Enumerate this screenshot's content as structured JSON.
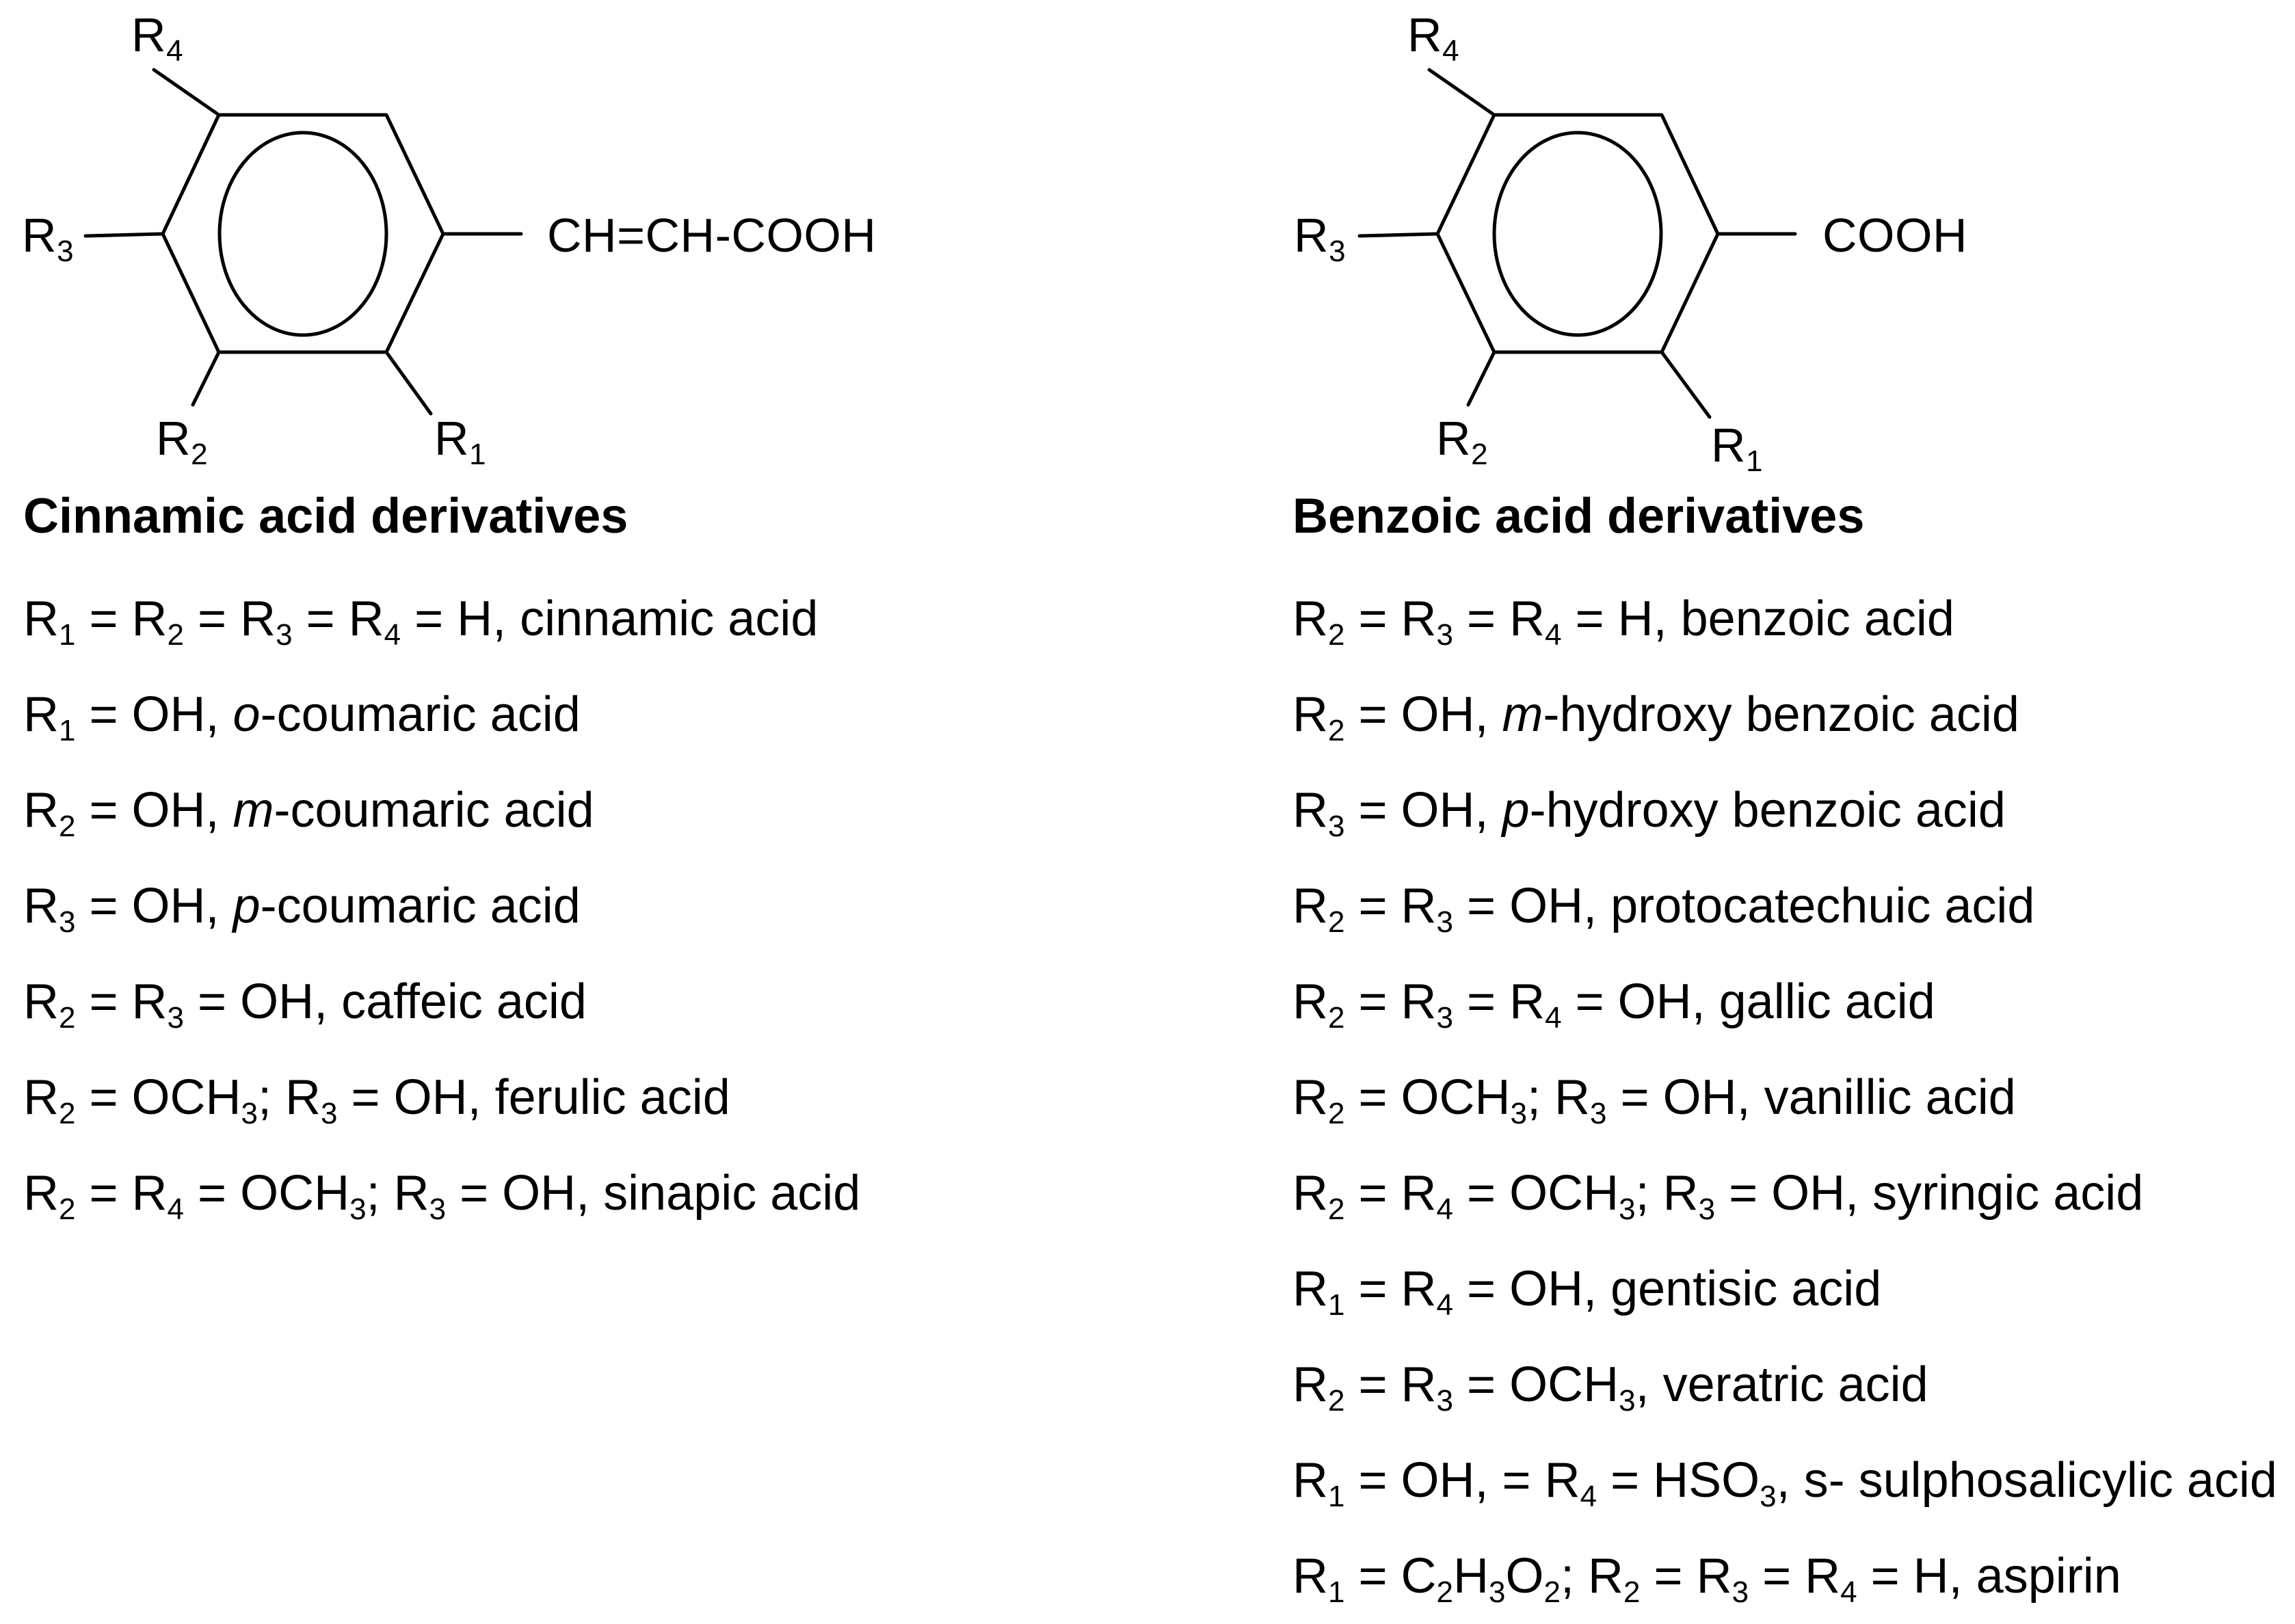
{
  "cinnamic": {
    "structure_labels": {
      "r4": {
        "letter": "R",
        "sub": "4"
      },
      "r3": {
        "letter": "R",
        "sub": "3"
      },
      "r2": {
        "letter": "R",
        "sub": "2"
      },
      "r1": {
        "letter": "R",
        "sub": "1"
      },
      "side_chain": "CH=CH-COOH"
    },
    "heading": "Cinnamic acid derivatives",
    "items": [
      [
        [
          "R",
          ""
        ],
        [
          "1",
          "sub"
        ],
        [
          " = R",
          ""
        ],
        [
          "2",
          "sub"
        ],
        [
          " = R",
          ""
        ],
        [
          "3",
          "sub"
        ],
        [
          " = R",
          ""
        ],
        [
          "4",
          "sub"
        ],
        [
          " = H, cinnamic acid",
          ""
        ]
      ],
      [
        [
          "R",
          ""
        ],
        [
          "1",
          "sub"
        ],
        [
          " = OH, ",
          ""
        ],
        [
          "o",
          "i"
        ],
        [
          "-coumaric acid",
          ""
        ]
      ],
      [
        [
          "R",
          ""
        ],
        [
          "2",
          "sub"
        ],
        [
          " = OH, ",
          ""
        ],
        [
          "m",
          "i"
        ],
        [
          "-coumaric acid",
          ""
        ]
      ],
      [
        [
          "R",
          ""
        ],
        [
          "3",
          "sub"
        ],
        [
          " = OH, ",
          ""
        ],
        [
          "p",
          "i"
        ],
        [
          "-coumaric acid",
          ""
        ]
      ],
      [
        [
          "R",
          ""
        ],
        [
          "2",
          "sub"
        ],
        [
          " = R",
          ""
        ],
        [
          "3",
          "sub"
        ],
        [
          " = OH, caffeic acid",
          ""
        ]
      ],
      [
        [
          "R",
          ""
        ],
        [
          "2",
          "sub"
        ],
        [
          " = OCH",
          ""
        ],
        [
          "3",
          "sub"
        ],
        [
          "; R",
          ""
        ],
        [
          "3",
          "sub"
        ],
        [
          " = OH, ferulic acid",
          ""
        ]
      ],
      [
        [
          "R",
          ""
        ],
        [
          "2",
          "sub"
        ],
        [
          " = R",
          ""
        ],
        [
          "4",
          "sub"
        ],
        [
          " = OCH",
          ""
        ],
        [
          "3",
          "sub"
        ],
        [
          "; R",
          ""
        ],
        [
          "3",
          "sub"
        ],
        [
          " = OH, sinapic acid",
          ""
        ]
      ]
    ]
  },
  "benzoic": {
    "structure_labels": {
      "r4": {
        "letter": "R",
        "sub": "4"
      },
      "r3": {
        "letter": "R",
        "sub": "3"
      },
      "r2": {
        "letter": "R",
        "sub": "2"
      },
      "r1": {
        "letter": "R",
        "sub": "1"
      },
      "side_chain": "COOH"
    },
    "heading": "Benzoic acid derivatives",
    "items": [
      [
        [
          "R",
          ""
        ],
        [
          "2",
          "sub"
        ],
        [
          " = R",
          ""
        ],
        [
          "3",
          "sub"
        ],
        [
          " = R",
          ""
        ],
        [
          "4",
          "sub"
        ],
        [
          " = H, benzoic acid",
          ""
        ]
      ],
      [
        [
          "R",
          ""
        ],
        [
          "2",
          "sub"
        ],
        [
          " = OH, ",
          ""
        ],
        [
          "m",
          "i"
        ],
        [
          "-hydroxy benzoic acid",
          ""
        ]
      ],
      [
        [
          "R",
          ""
        ],
        [
          "3",
          "sub"
        ],
        [
          " = OH, ",
          ""
        ],
        [
          "p",
          "i"
        ],
        [
          "-hydroxy benzoic acid",
          ""
        ]
      ],
      [
        [
          "R",
          ""
        ],
        [
          "2",
          "sub"
        ],
        [
          " = R",
          ""
        ],
        [
          "3",
          "sub"
        ],
        [
          " = OH, protocatechuic acid",
          ""
        ]
      ],
      [
        [
          "R",
          ""
        ],
        [
          "2",
          "sub"
        ],
        [
          " = R",
          ""
        ],
        [
          "3",
          "sub"
        ],
        [
          " = R",
          ""
        ],
        [
          "4",
          "sub"
        ],
        [
          " = OH, gallic acid",
          ""
        ]
      ],
      [
        [
          "R",
          ""
        ],
        [
          "2",
          "sub"
        ],
        [
          " = OCH",
          ""
        ],
        [
          "3",
          "sub"
        ],
        [
          "; R",
          ""
        ],
        [
          "3",
          "sub"
        ],
        [
          " = OH, vanillic acid",
          ""
        ]
      ],
      [
        [
          "R",
          ""
        ],
        [
          "2",
          "sub"
        ],
        [
          " = R",
          ""
        ],
        [
          "4",
          "sub"
        ],
        [
          " = OCH",
          ""
        ],
        [
          "3",
          "sub"
        ],
        [
          "; R",
          ""
        ],
        [
          "3",
          "sub"
        ],
        [
          " = OH, syringic acid",
          ""
        ]
      ],
      [
        [
          "R",
          ""
        ],
        [
          "1",
          "sub"
        ],
        [
          " = R",
          ""
        ],
        [
          "4",
          "sub"
        ],
        [
          " = OH, gentisic acid",
          ""
        ]
      ],
      [
        [
          "R",
          ""
        ],
        [
          "2",
          "sub"
        ],
        [
          " = R",
          ""
        ],
        [
          "3",
          "sub"
        ],
        [
          " = OCH",
          ""
        ],
        [
          "3",
          "sub"
        ],
        [
          ", veratric acid",
          ""
        ]
      ],
      [
        [
          "R",
          ""
        ],
        [
          "1",
          "sub"
        ],
        [
          " = OH, = R",
          ""
        ],
        [
          "4",
          "sub"
        ],
        [
          " = HSO",
          ""
        ],
        [
          "3",
          "sub"
        ],
        [
          ", s- sulphosalicylic acid",
          ""
        ]
      ],
      [
        [
          "R",
          ""
        ],
        [
          "1",
          "sub"
        ],
        [
          " = C",
          ""
        ],
        [
          "2",
          "sub"
        ],
        [
          "H",
          ""
        ],
        [
          "3",
          "sub"
        ],
        [
          "O",
          ""
        ],
        [
          "2",
          "sub"
        ],
        [
          "; R",
          ""
        ],
        [
          "2",
          "sub"
        ],
        [
          " = R",
          ""
        ],
        [
          "3",
          "sub"
        ],
        [
          " = R",
          ""
        ],
        [
          "4",
          "sub"
        ],
        [
          " = H, aspirin",
          ""
        ]
      ]
    ]
  }
}
